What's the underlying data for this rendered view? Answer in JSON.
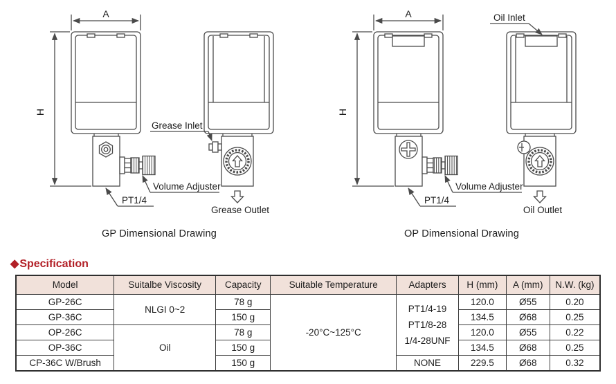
{
  "drawings": {
    "gp": {
      "title": "GP Dimensional Drawing",
      "dim_width": "A",
      "dim_height": "H",
      "inlet_label": "Grease Inlet",
      "volume_adjuster_label": "Volume Adjuster",
      "thread_label": "PT1/4",
      "outlet_label": "Grease Outlet"
    },
    "op": {
      "title": "OP Dimensional Drawing",
      "dim_width": "A",
      "dim_height": "H",
      "inlet_label": "Oil Inlet",
      "volume_adjuster_label": "Volume Adjuster",
      "thread_label": "PT1/4",
      "outlet_label": "Oil Outlet"
    }
  },
  "specification": {
    "diamond": "◆",
    "heading": "Specification",
    "accent_color": "#b22027",
    "header_bg": "#f1e1da",
    "headers": [
      "Model",
      "Suitalbe Viscosity",
      "Capacity",
      "Suitable Temperature",
      "Adapters",
      "H (mm)",
      "A (mm)",
      "N.W. (kg)"
    ],
    "viscosity_grease": "NLGI 0~2",
    "viscosity_oil": "Oil",
    "temperature": "-20°C~125°C",
    "adapters": [
      "PT1/4-19",
      "PT1/8-28",
      "1/4-28UNF"
    ],
    "adapters_none": "NONE",
    "rows": [
      {
        "model": "GP-26C",
        "capacity": "78 g",
        "h": "120.0",
        "a": "Ø55",
        "nw": "0.20"
      },
      {
        "model": "GP-36C",
        "capacity": "150 g",
        "h": "134.5",
        "a": "Ø68",
        "nw": "0.25"
      },
      {
        "model": "OP-26C",
        "capacity": "78 g",
        "h": "120.0",
        "a": "Ø55",
        "nw": "0.22"
      },
      {
        "model": "OP-36C",
        "capacity": "150 g",
        "h": "134.5",
        "a": "Ø68",
        "nw": "0.25"
      },
      {
        "model": "CP-36C W/Brush",
        "capacity": "150 g",
        "h": "229.5",
        "a": "Ø68",
        "nw": "0.32"
      }
    ]
  }
}
